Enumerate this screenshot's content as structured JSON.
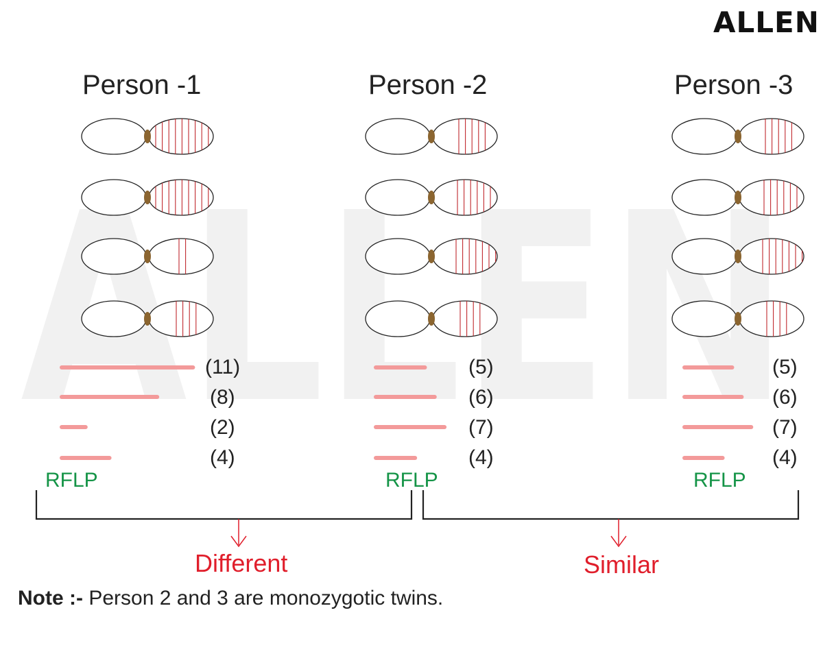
{
  "logo": {
    "text": "ALLEN"
  },
  "watermark": {
    "text": "ALLEN",
    "color": "#f1f1f1"
  },
  "colors": {
    "stripe": "#c0282d",
    "centromere": "#8b6530",
    "band": "#f39a9a",
    "rflp": "#159447",
    "verdict": "#e01e2b",
    "outline": "#222222"
  },
  "persons": [
    {
      "title": "Person -1",
      "chromosomes": [
        {
          "stripes": 11
        },
        {
          "stripes": 11
        },
        {
          "stripes": 2
        },
        {
          "stripes": 4
        }
      ],
      "bands": [
        {
          "label": "(11)",
          "length": 11
        },
        {
          "label": "(8)",
          "length": 8
        },
        {
          "label": "(2)",
          "length": 2
        },
        {
          "label": "(4)",
          "length": 4
        }
      ],
      "rflp": "RFLP"
    },
    {
      "title": "Person -2",
      "chromosomes": [
        {
          "stripes": 5
        },
        {
          "stripes": 6
        },
        {
          "stripes": 7
        },
        {
          "stripes": 4
        }
      ],
      "bands": [
        {
          "label": "(5)",
          "length": 5
        },
        {
          "label": "(6)",
          "length": 6
        },
        {
          "label": "(7)",
          "length": 7
        },
        {
          "label": "(4)",
          "length": 4
        }
      ],
      "rflp": "RFLP"
    },
    {
      "title": "Person -3",
      "chromosomes": [
        {
          "stripes": 5
        },
        {
          "stripes": 6
        },
        {
          "stripes": 7
        },
        {
          "stripes": 4
        }
      ],
      "bands": [
        {
          "label": "(5)",
          "length": 5
        },
        {
          "label": "(6)",
          "length": 6
        },
        {
          "label": "(7)",
          "length": 7
        },
        {
          "label": "(4)",
          "length": 4
        }
      ],
      "rflp": "RFLP"
    }
  ],
  "comparisons": [
    {
      "label": "Different"
    },
    {
      "label": "Similar"
    }
  ],
  "note": {
    "prefix": "Note :-",
    "text": " Person 2 and 3 are monozygotic twins."
  }
}
